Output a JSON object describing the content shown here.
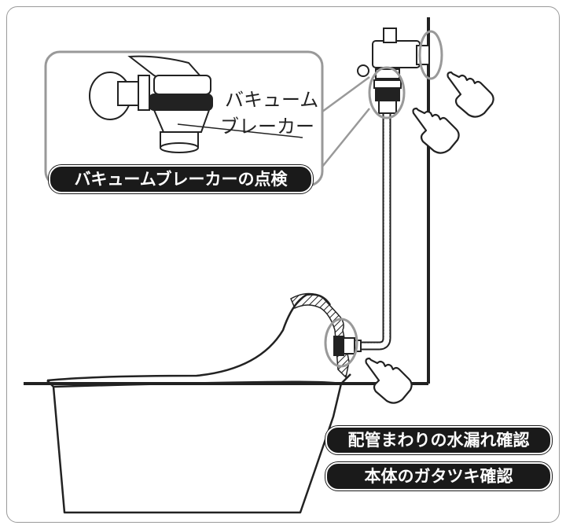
{
  "callout": {
    "part_label_line1": "バキューム",
    "part_label_line2": "ブレーカー"
  },
  "labels": {
    "vacuum_breaker_check": "バキュームブレーカーの点検",
    "pipe_leak_check": "配管まわりの水漏れ確認",
    "body_wobble_check": "本体のガタツキ確認"
  }
}
